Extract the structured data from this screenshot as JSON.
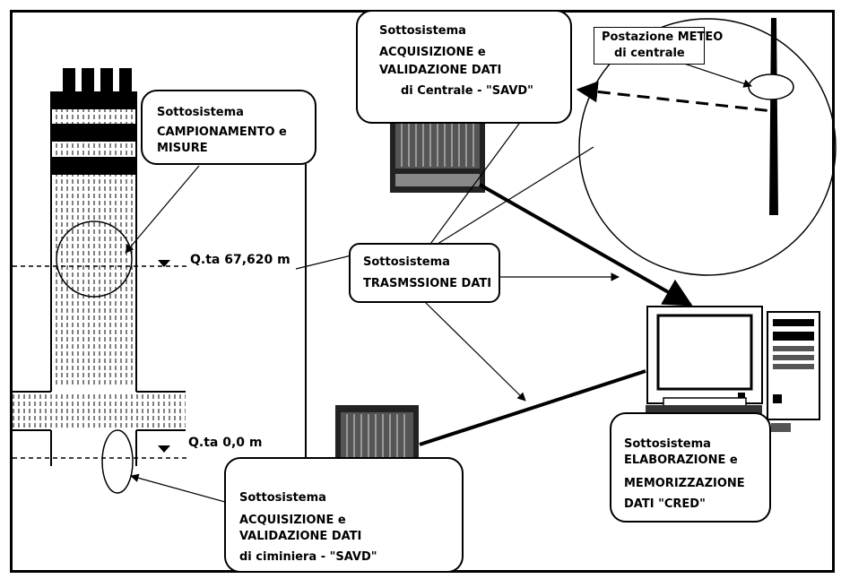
{
  "subsystems": {
    "campionamento": {
      "title": "Sottosistema",
      "lines": [
        "CAMPIONAMENTO e",
        "MISURE"
      ]
    },
    "savd_centrale": {
      "title": "Sottosistema",
      "lines": [
        "ACQUISIZIONE e",
        "VALIDAZIONE DATI",
        "di Centrale - \"SAVD\""
      ]
    },
    "meteo": {
      "lines": [
        "Postazione METEO",
        "di centrale"
      ]
    },
    "trasmissione": {
      "title": "Sottosistema",
      "lines": [
        "TRASMSSIONE DATI"
      ]
    },
    "savd_ciminiera": {
      "title": "Sottosistema",
      "lines": [
        "ACQUISIZIONE e",
        "VALIDAZIONE DATI",
        "di ciminiera - \"SAVD\""
      ]
    },
    "cred": {
      "title": "Sottosistema",
      "lines": [
        "ELABORAZIONE e",
        "MEMORIZZAZIONE",
        "DATI \"CRED\""
      ]
    }
  },
  "levels": {
    "upper": "Q.ta 67,620 m",
    "lower": "Q.ta 0,0 m"
  }
}
